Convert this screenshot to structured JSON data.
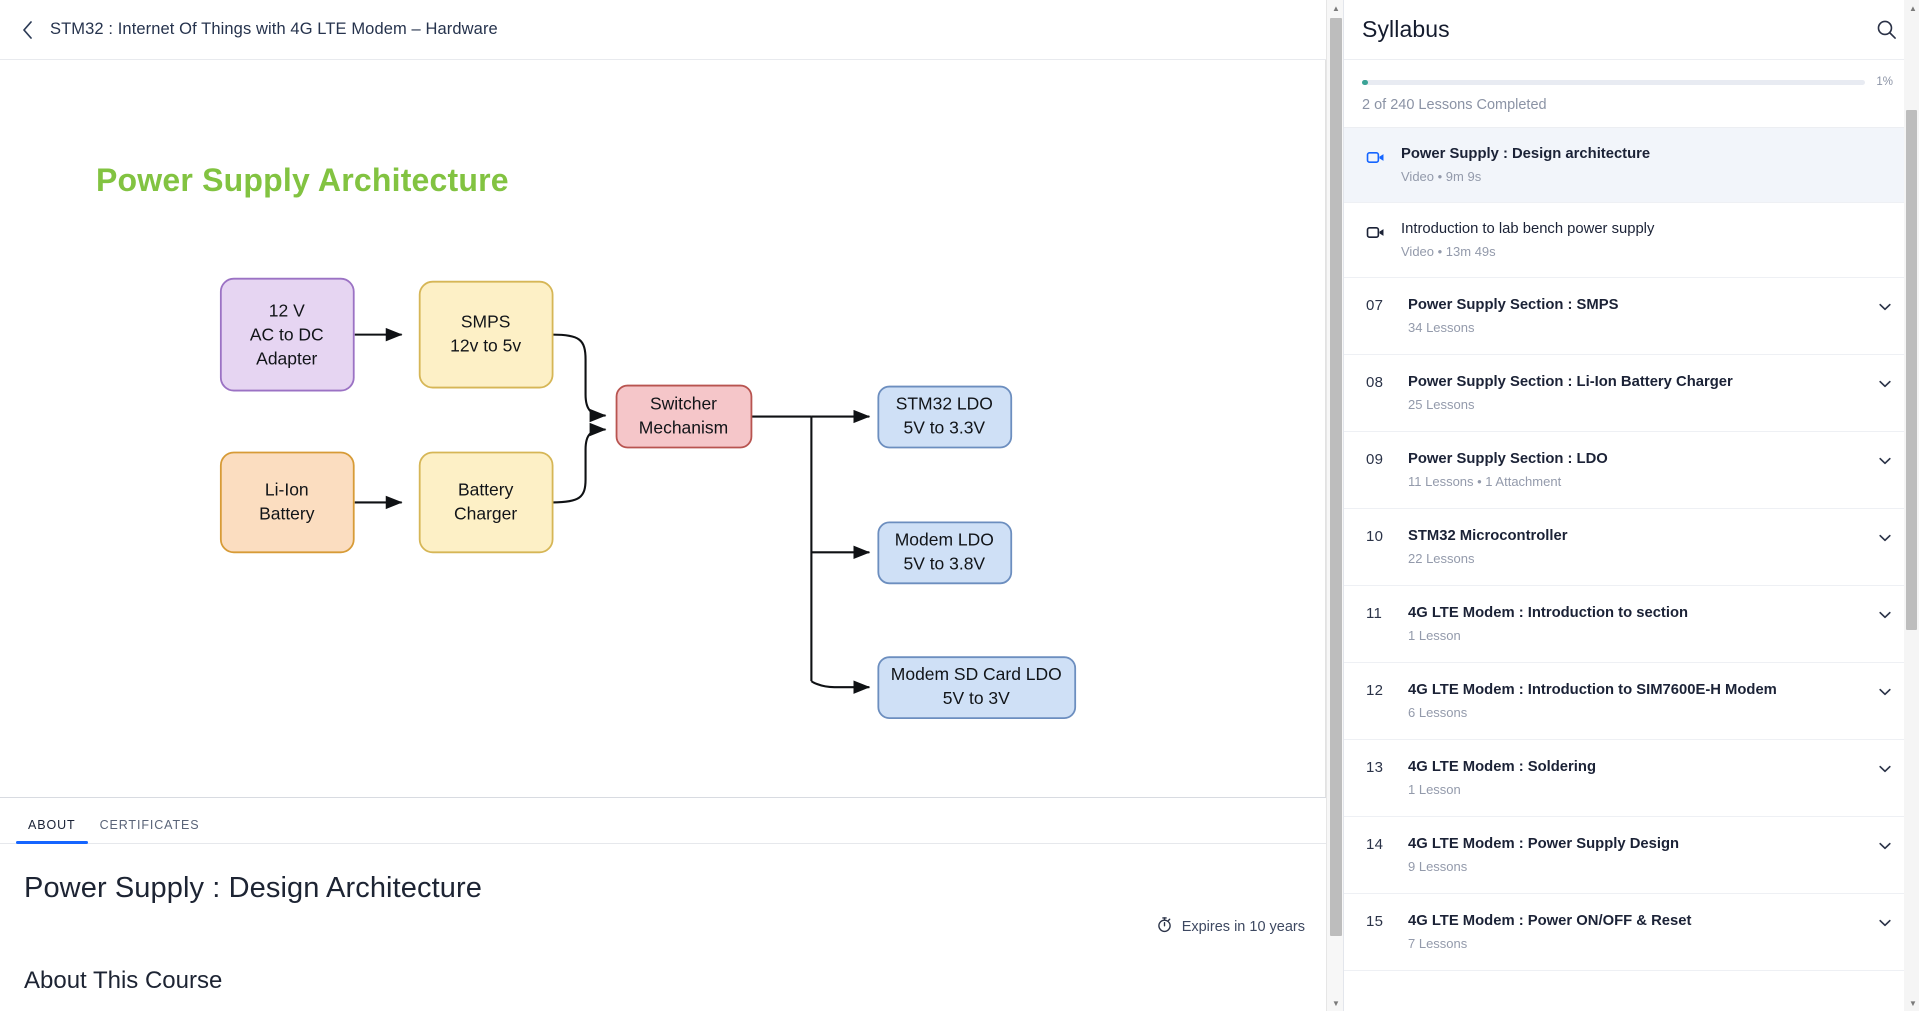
{
  "topbar": {
    "back_icon": "chevron-left-icon",
    "title": "STM32 : Internet Of Things with 4G LTE Modem – Hardware"
  },
  "stage": {
    "diagram_title": "Power Supply Architecture",
    "nodes": [
      {
        "id": "adapter",
        "label": "12 V\nAC to DC\nAdapter",
        "fill": "#e6d5f2",
        "stroke": "#9b72c4"
      },
      {
        "id": "smps",
        "label": "SMPS\n12v to 5v",
        "fill": "#fdf0c6",
        "stroke": "#d6b656"
      },
      {
        "id": "battery",
        "label": "Li-Ion\nBattery",
        "fill": "#fbddc0",
        "stroke": "#d79b37"
      },
      {
        "id": "charger",
        "label": "Battery\nCharger",
        "fill": "#fdf0c6",
        "stroke": "#d6b656"
      },
      {
        "id": "switcher",
        "label": "Switcher\nMechanism",
        "fill": "#f5c6c9",
        "stroke": "#b85450"
      },
      {
        "id": "ldo33",
        "label": "STM32 LDO\n5V to 3.3V",
        "fill": "#cfe0f6",
        "stroke": "#6c8ebf"
      },
      {
        "id": "ldo38",
        "label": "Modem LDO\n5V to 3.8V",
        "fill": "#cfe0f6",
        "stroke": "#6c8ebf"
      },
      {
        "id": "ldosd",
        "label": "Modem SD Card LDO\n5V to 3V",
        "fill": "#cfe0f6",
        "stroke": "#6c8ebf"
      }
    ]
  },
  "tabs": [
    {
      "label": "ABOUT",
      "active": true
    },
    {
      "label": "CERTIFICATES",
      "active": false
    }
  ],
  "about": {
    "lesson_title": "Power Supply : Design Architecture",
    "expires_icon": "stopwatch-icon",
    "expires_text": "Expires in 10 years",
    "section_heading": "About This Course"
  },
  "syllabus": {
    "title": "Syllabus",
    "search_icon": "search-icon",
    "progress": {
      "percent_label": "1%",
      "percent_value": 1,
      "completed_label": "2 of 240 Lessons Completed"
    },
    "lessons": [
      {
        "icon": "video-camera-icon",
        "title": "Power Supply : Design architecture",
        "meta": "Video • 9m 9s",
        "active": true
      },
      {
        "icon": "video-camera-icon",
        "title": "Introduction to lab bench power supply",
        "meta": "Video • 13m 49s",
        "active": false
      }
    ],
    "sections": [
      {
        "num": "07",
        "title": "Power Supply Section : SMPS",
        "meta": "34 Lessons",
        "chevron": "chevron-down-icon"
      },
      {
        "num": "08",
        "title": "Power Supply Section : Li-Ion Battery Charger",
        "meta": "25 Lessons",
        "chevron": "chevron-down-icon"
      },
      {
        "num": "09",
        "title": "Power Supply Section : LDO",
        "meta": "11 Lessons • 1 Attachment",
        "chevron": "chevron-down-icon"
      },
      {
        "num": "10",
        "title": "STM32 Microcontroller",
        "meta": "22 Lessons",
        "chevron": "chevron-down-icon"
      },
      {
        "num": "11",
        "title": "4G LTE Modem : Introduction to section",
        "meta": "1 Lesson",
        "chevron": "chevron-down-icon"
      },
      {
        "num": "12",
        "title": "4G LTE Modem : Introduction to SIM7600E-H Modem",
        "meta": "6 Lessons",
        "chevron": "chevron-down-icon"
      },
      {
        "num": "13",
        "title": "4G LTE Modem : Soldering",
        "meta": "1 Lesson",
        "chevron": "chevron-down-icon"
      },
      {
        "num": "14",
        "title": "4G LTE Modem : Power Supply Design",
        "meta": "9 Lessons",
        "chevron": "chevron-down-icon"
      },
      {
        "num": "15",
        "title": "4G LTE Modem : Power ON/OFF & Reset",
        "meta": "7 Lessons",
        "chevron": "chevron-down-icon"
      }
    ]
  },
  "colors": {
    "accent_blue": "#1565ff",
    "progress_teal": "#3aa396",
    "title_green": "#82c341",
    "active_row": "#f2f5fa"
  }
}
